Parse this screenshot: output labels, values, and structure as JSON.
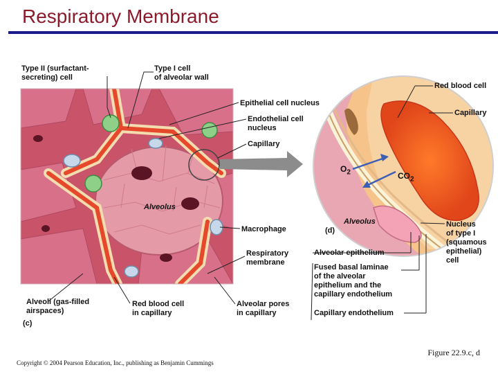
{
  "title": "Respiratory Membrane",
  "labels": {
    "type2_cell": "Type II (surfactant-\nsecreting) cell",
    "type1_cell": "Type I cell\nof alveolar wall",
    "epithelial_nucleus": "Epithelial cell nucleus",
    "endothelial_nucleus": "Endothelial cell\nnucleus",
    "capillary_c": "Capillary",
    "alveolus_c": "Alveolus",
    "macrophage": "Macrophage",
    "respiratory_membrane": "Respiratory\nmembrane",
    "alveoli": "Alveoli (gas-filled\nairspaces)",
    "rbc_capillary": "Red blood cell\nin capillary",
    "alveolar_pores": "Alveolar pores\nin capillary",
    "red_blood_cell": "Red blood cell",
    "capillary_d": "Capillary",
    "o2": "O",
    "o2_sub": "2",
    "co2": "CO",
    "co2_sub": "2",
    "alveolus_d": "Alveolus",
    "nucleus_type1": "Nucleus\nof type I\n(squamous\nepithelial)\ncell",
    "alveolar_epithelium": "Alveolar epithelium",
    "fused_basal": "Fused basal laminae\nof the alveolar\nepithelium and the\ncapillary endothelium",
    "capillary_endothelium": "Capillary endothelium",
    "panel_c": "(c)",
    "panel_d": "(d)"
  },
  "caption": "Figure 22.9.c, d",
  "copyright": "Copyright © 2004 Pearson Education, Inc., publishing as Benjamin Cummings"
}
